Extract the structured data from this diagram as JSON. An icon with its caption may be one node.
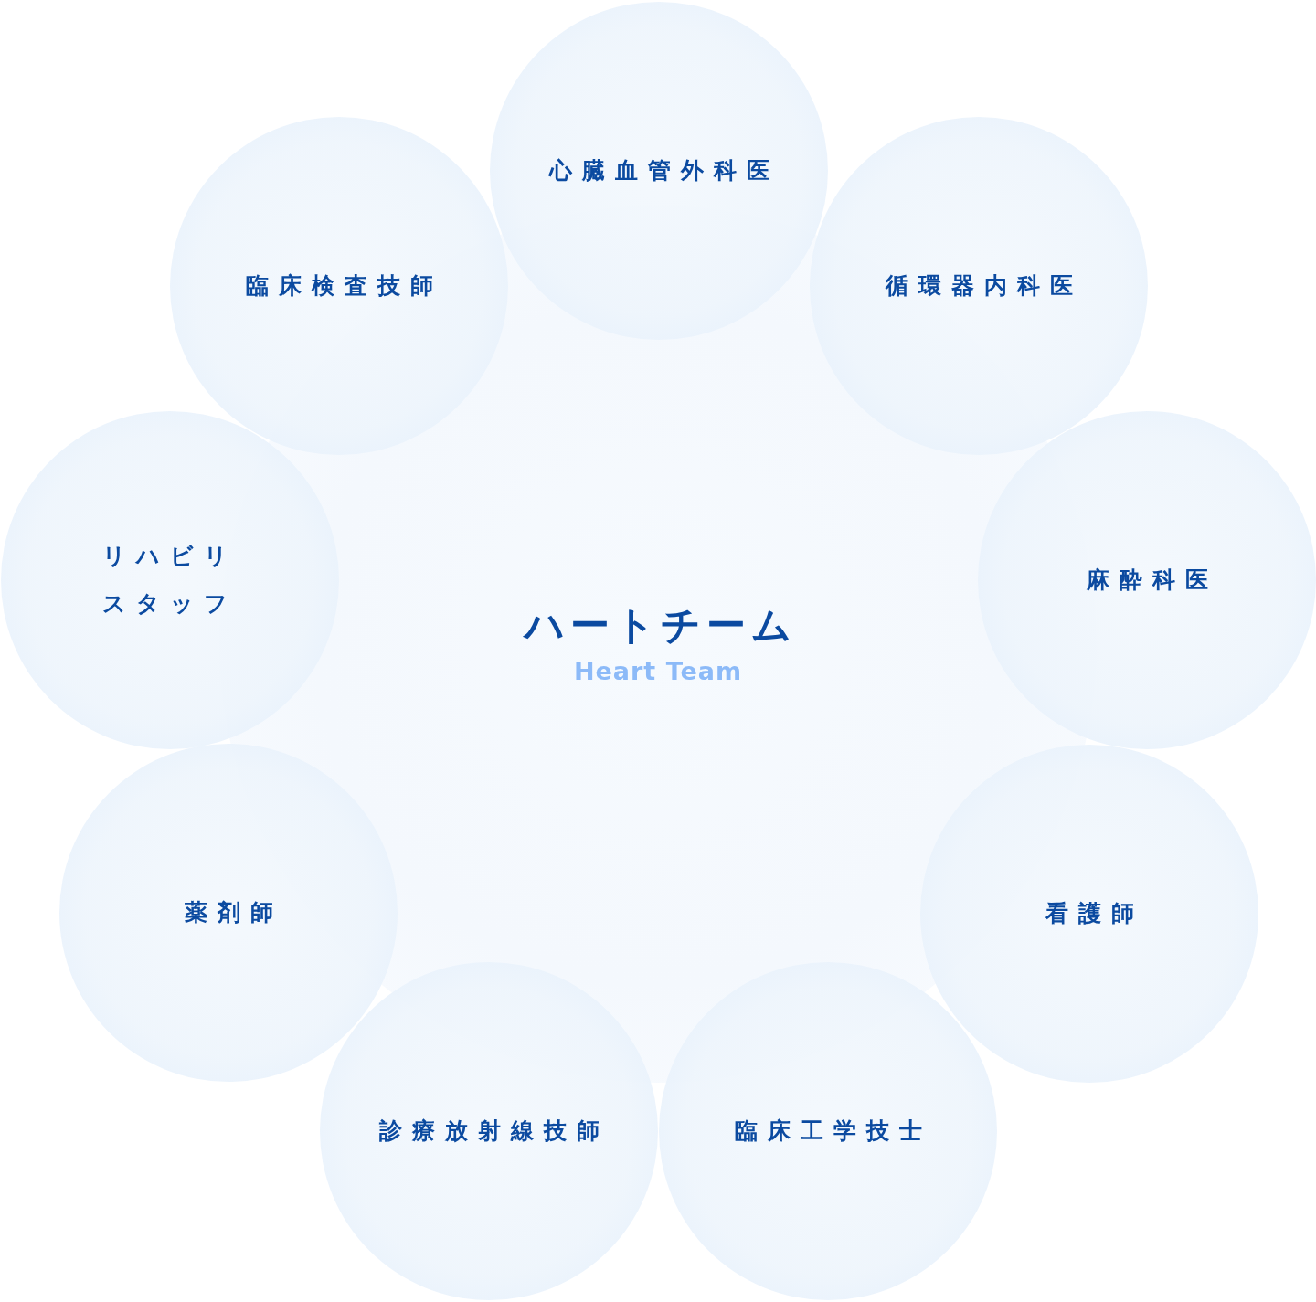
{
  "diagram": {
    "nodes": [
      {
        "text": [
          "ハートチーム",
          "Heart Team"
        ]
      },
      {
        "text": [
          "心臓血管外科医"
        ]
      },
      {
        "text": [
          "循環器内科医"
        ]
      },
      {
        "text": [
          "麻酔科医"
        ]
      },
      {
        "text": [
          "看護師"
        ]
      },
      {
        "text": [
          "臨床工学技士"
        ]
      },
      {
        "text": [
          "診療放射線技師"
        ]
      },
      {
        "text": [
          "薬剤師"
        ]
      },
      {
        "text": [
          "リハビリスタッフ"
        ]
      },
      {
        "text": [
          "臨床検査技師"
        ]
      }
    ]
  }
}
